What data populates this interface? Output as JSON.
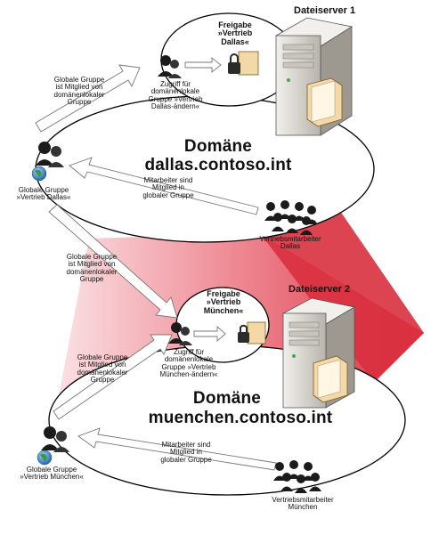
{
  "server1": {
    "title": "Dateiserver 1",
    "share": [
      "Freigabe",
      "»Vertrieb",
      "Dallas«"
    ],
    "domain_line1": "Domäne",
    "domain_line2": "dallas.contoso.int",
    "access_group": [
      "Zugriff für",
      "domänenlokale",
      "Gruppe »Vertrieb",
      "Dallas-ändern«"
    ],
    "global_member": [
      "Globale Gruppe",
      "ist Mitglied von",
      "domänenlokaler",
      "Gruppe"
    ],
    "employees_member": [
      "Mitarbeiter sind",
      "Mitglied in",
      "globaler Gruppe"
    ],
    "global_group": [
      "Globale Gruppe",
      "»Vertrieb Dallas«"
    ],
    "staff": [
      "Vertriebsmitarbeiter",
      "Dallas"
    ]
  },
  "cross_link": [
    "Globale Gruppe",
    "ist Mitglied von",
    "domänenlokaler",
    "Gruppe"
  ],
  "server2": {
    "title": "Dateiserver 2",
    "share": [
      "Freigabe",
      "»Vertrieb",
      "München«"
    ],
    "domain_line1": "Domäne",
    "domain_line2": "muenchen.contoso.int",
    "access_group": [
      "Zugriff für",
      "domänenlokale",
      "Gruppe »Vertrieb",
      "München-ändern«"
    ],
    "global_member": [
      "Globale Gruppe",
      "ist Mitglied von",
      "domänenlokaler",
      "Gruppe"
    ],
    "employees_member": [
      "Mitarbeiter sind",
      "Mitglied in",
      "globaler Gruppe"
    ],
    "global_group": [
      "Globale Gruppe",
      "»Vertrieb München«"
    ],
    "staff": [
      "Vertriebsmitarbeiter",
      "München"
    ]
  },
  "colors": {
    "band_dark": "#d92c3c",
    "band_light": "#fbe0e3",
    "outline": "#000000",
    "arrow_fill": "#ffffff",
    "server_body": "#d9d6cf",
    "folder": "#f3d9a8"
  }
}
